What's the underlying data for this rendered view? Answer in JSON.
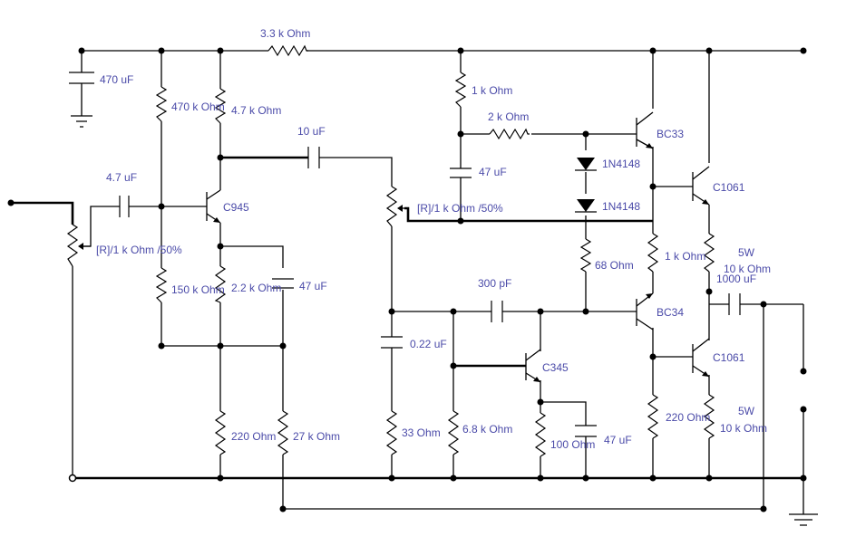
{
  "schematic": {
    "labels": {
      "r_3k3": "3.3 k Ohm",
      "c_470u": "470 uF",
      "r_470k": "470 k Ohm",
      "r_4k7": "4.7 k Ohm",
      "c_10u": "10 uF",
      "r_1k_top": "1 k Ohm",
      "r_2k": "2 k Ohm",
      "c_47u_top": "47 uF",
      "q_bc33": "BC33",
      "d1": "1N4148",
      "d2": "1N4148",
      "q_c1061_top": "C1061",
      "c_4u7": "4.7 uF",
      "pot_in": "[R]/1 k Ohm /50%",
      "q_c945": "C945",
      "pot_mid": "[R]/1 k Ohm /50%",
      "r_150k": "150 k Ohm",
      "r_2k2": "2.2 k Ohm",
      "c_47u_mid": "47 uF",
      "r_68": "68 Ohm",
      "r_1k_right": "1 k Ohm",
      "p_5w_top": "5W",
      "r_10k_top": "10 k Ohm",
      "c_1000u": "1000 uF",
      "c_300p": "300 pF",
      "q_bc34": "BC34",
      "c_022u": "0.22 uF",
      "q_c345": "C345",
      "q_c1061_bot": "C1061",
      "r_220_left": "220  Ohm",
      "r_27k": "27 k Ohm",
      "r_33": "33  Ohm",
      "r_6k8": "6.8 k Ohm",
      "r_100": "100  Ohm",
      "c_47u_bot": "47 uF",
      "r_220_right": "220  Ohm",
      "p_5w_bot": "5W",
      "r_10k_bot": "10 k Ohm"
    }
  }
}
